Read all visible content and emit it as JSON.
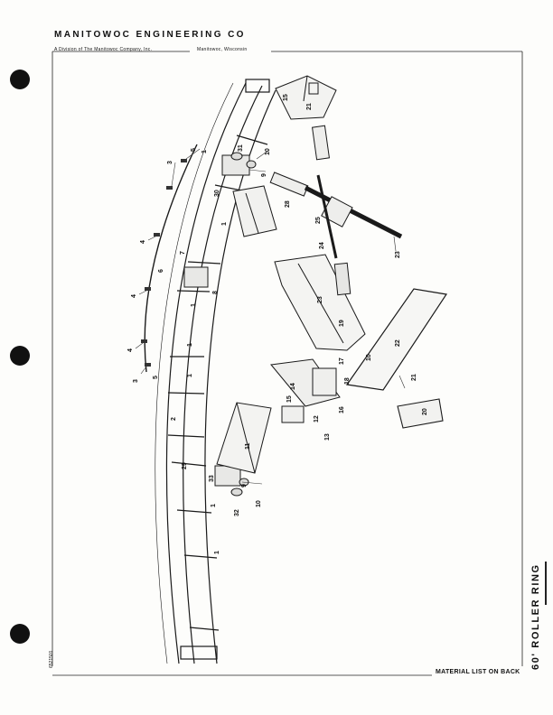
{
  "header": {
    "company": "MANITOWOC ENGINEERING CO",
    "division_line": "A Division of The Manitowoc Company, Inc.",
    "location": "Manitowoc, Wisconsin"
  },
  "document_number": "6521501",
  "title": "60' ROLLER RING",
  "footer": {
    "material_note": "MATERIAL LIST ON BACK"
  },
  "callouts": [
    {
      "id": "c1",
      "text": "1"
    },
    {
      "id": "c2",
      "text": "1"
    },
    {
      "id": "c3",
      "text": "1"
    },
    {
      "id": "c4",
      "text": "1"
    },
    {
      "id": "c5",
      "text": "1"
    },
    {
      "id": "c6",
      "text": "1"
    },
    {
      "id": "c7",
      "text": "1"
    },
    {
      "id": "c8",
      "text": "2"
    },
    {
      "id": "c9",
      "text": "3"
    },
    {
      "id": "c10",
      "text": "3"
    },
    {
      "id": "c11",
      "text": "4"
    },
    {
      "id": "c12",
      "text": "4"
    },
    {
      "id": "c13",
      "text": "4"
    },
    {
      "id": "c14",
      "text": "5"
    },
    {
      "id": "c15",
      "text": "5"
    },
    {
      "id": "c16",
      "text": "6"
    },
    {
      "id": "c17",
      "text": "7"
    },
    {
      "id": "c18",
      "text": "8"
    },
    {
      "id": "c19",
      "text": "9"
    },
    {
      "id": "c20",
      "text": "9"
    },
    {
      "id": "c21",
      "text": "10"
    },
    {
      "id": "c22",
      "text": "10"
    },
    {
      "id": "c23",
      "text": "10"
    },
    {
      "id": "c24",
      "text": "11"
    },
    {
      "id": "c25",
      "text": "12"
    },
    {
      "id": "c26",
      "text": "13"
    },
    {
      "id": "c27",
      "text": "14"
    },
    {
      "id": "c28",
      "text": "15"
    },
    {
      "id": "c29",
      "text": "15"
    },
    {
      "id": "c30",
      "text": "16"
    },
    {
      "id": "c31",
      "text": "17"
    },
    {
      "id": "c32",
      "text": "18"
    },
    {
      "id": "c33",
      "text": "19"
    },
    {
      "id": "c34",
      "text": "20"
    },
    {
      "id": "c35",
      "text": "21"
    },
    {
      "id": "c36",
      "text": "21"
    },
    {
      "id": "c37",
      "text": "22"
    },
    {
      "id": "c38",
      "text": "23"
    },
    {
      "id": "c39",
      "text": "23"
    },
    {
      "id": "c40",
      "text": "24"
    },
    {
      "id": "c41",
      "text": "25"
    },
    {
      "id": "c42",
      "text": "28"
    },
    {
      "id": "c43",
      "text": "29"
    },
    {
      "id": "c44",
      "text": "30"
    },
    {
      "id": "c45",
      "text": "31"
    },
    {
      "id": "c46",
      "text": "32"
    },
    {
      "id": "c47",
      "text": "33"
    }
  ]
}
